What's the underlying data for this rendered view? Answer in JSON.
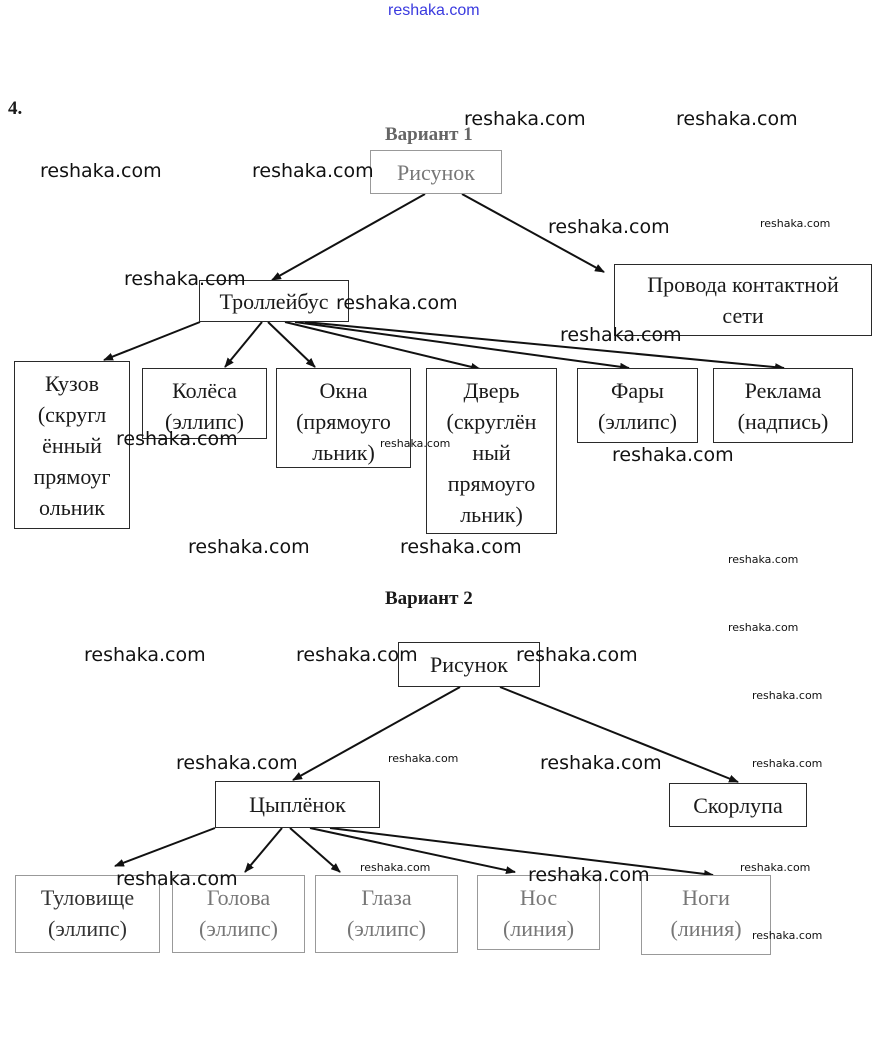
{
  "site_header": "reshaka.com",
  "task_number": "4.",
  "variant1": {
    "title": "Вариант 1",
    "root": "Рисунок",
    "level1": [
      {
        "label": [
          "Троллейбус"
        ]
      },
      {
        "label": [
          "Провода контактной",
          "сети"
        ]
      }
    ],
    "children_of_trolleybus": [
      {
        "label": [
          "Кузов",
          "(скругл",
          "ённый",
          "прямоуг",
          "ольник"
        ]
      },
      {
        "label": [
          "Колёса",
          "(эллипс)"
        ]
      },
      {
        "label": [
          "Окна",
          "(прямоуго",
          "льник)"
        ]
      },
      {
        "label": [
          "Дверь",
          "(скруглён",
          "ный",
          "прямоуго",
          "льник)"
        ]
      },
      {
        "label": [
          "Фары",
          "(эллипс)"
        ]
      },
      {
        "label": [
          "Реклама",
          "(надпись)"
        ]
      }
    ]
  },
  "variant2": {
    "title": "Вариант 2",
    "root": "Рисунок",
    "level1": [
      {
        "label": [
          "Цыплёнок"
        ]
      },
      {
        "label": [
          "Скорлупа"
        ]
      }
    ],
    "children_of_chick": [
      {
        "label": [
          "Туловище",
          "(эллипс)"
        ]
      },
      {
        "label": [
          "Голова",
          "(эллипс)"
        ]
      },
      {
        "label": [
          "Глаза",
          "(эллипс)"
        ]
      },
      {
        "label": [
          "Нос",
          "(линия)"
        ]
      },
      {
        "label": [
          "Ноги",
          "(линия)"
        ]
      }
    ]
  },
  "watermark": "reshaka.com",
  "colors": {
    "header_link": "#3a3adf",
    "line": "#111111"
  }
}
